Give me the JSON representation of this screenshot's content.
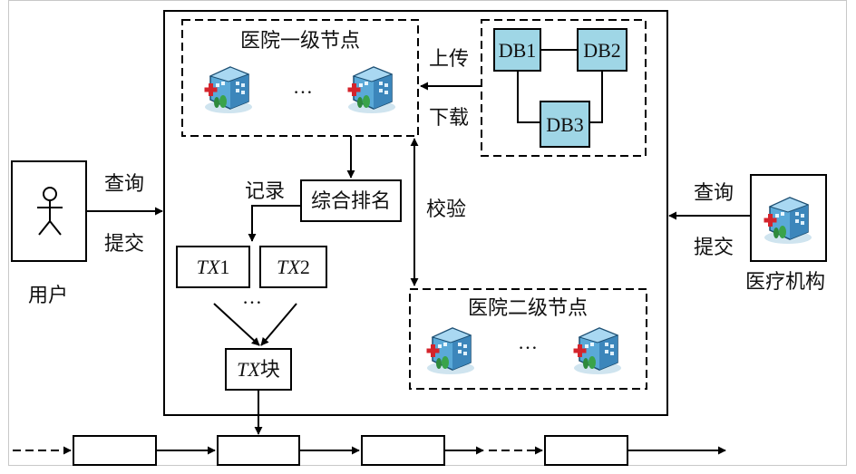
{
  "diagram": {
    "level1_node": {
      "title": "医院一级节点",
      "ellipsis": "…"
    },
    "level2_node": {
      "title": "医院二级节点",
      "ellipsis": "…"
    },
    "databases": {
      "db1": "DB1",
      "db2": "DB2",
      "db3": "DB3"
    },
    "edges": {
      "upload": "上传",
      "download": "下载",
      "record": "记录",
      "verify": "校验",
      "user_query": "查询",
      "user_submit": "提交",
      "inst_query": "查询",
      "inst_submit": "提交"
    },
    "ranking": "综合排名",
    "tx1": {
      "prefix": "TX",
      "num": "1"
    },
    "tx2": {
      "prefix": "TX",
      "num": "2"
    },
    "tx_ellipsis": "…",
    "tx_block": {
      "prefix": "TX",
      "suffix": "块"
    },
    "user_label": "用户",
    "institution_label": "医疗机构"
  },
  "colors": {
    "db_fill": "#9fd6e6",
    "stroke": "#000000",
    "frame": "#c8c8c8",
    "hospital_body": "#7ec2e8",
    "hospital_cross": "#d4242c",
    "hospital_tree": "#3aa34a"
  },
  "icons": [
    "hospital-icon",
    "stick-figure-icon"
  ]
}
